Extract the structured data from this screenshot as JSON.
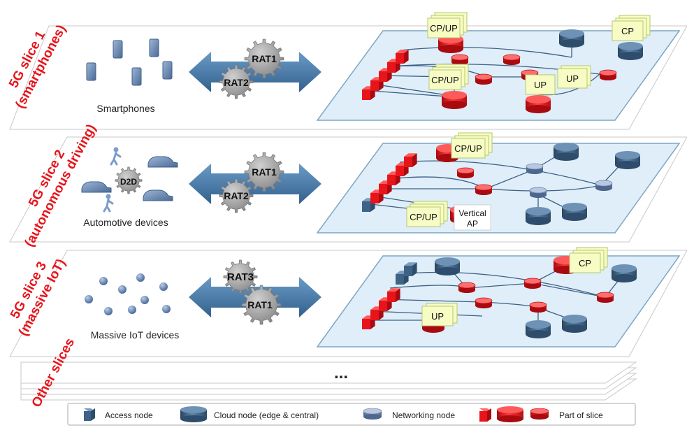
{
  "slices": [
    {
      "title": "5G slice 1",
      "subtitle": "(smartphones)",
      "devices_label": "Smartphones",
      "rat_top": "RAT1",
      "rat_bottom": "RAT2",
      "network_labels": [
        "CP/UP",
        "CP/UP",
        "CP",
        "UP",
        "UP"
      ]
    },
    {
      "title": "5G slice 2",
      "subtitle": "(autonomous driving)",
      "devices_label": "Automotive devices",
      "d2d_label": "D2D",
      "rat_top": "RAT1",
      "rat_bottom": "RAT2",
      "network_labels": [
        "CP/UP",
        "CP/UP"
      ],
      "vertical_ap": [
        "Vertical",
        "AP"
      ]
    },
    {
      "title": "5G slice 3",
      "subtitle": "(massive IoT)",
      "devices_label": "Massive IoT devices",
      "rat_top": "RAT3",
      "rat_bottom": "RAT1",
      "network_labels": [
        "CP",
        "UP"
      ]
    }
  ],
  "other_slices_label": "Other slices",
  "ellipsis": "...",
  "legend": {
    "access_node": "Access node",
    "cloud_node": "Cloud node (edge & central)",
    "networking_node": "Networking node",
    "part_of_slice": "Part of slice"
  },
  "colors": {
    "slice_red": "#e8141b",
    "node_blue": "#3e6384",
    "router_blue": "#7d93b8",
    "arrow_blue": "#4a7aa8",
    "gear_grey": "#a5a5a5",
    "plane_fill": "#dfeef8",
    "note_fill": "#f7fbc4"
  }
}
